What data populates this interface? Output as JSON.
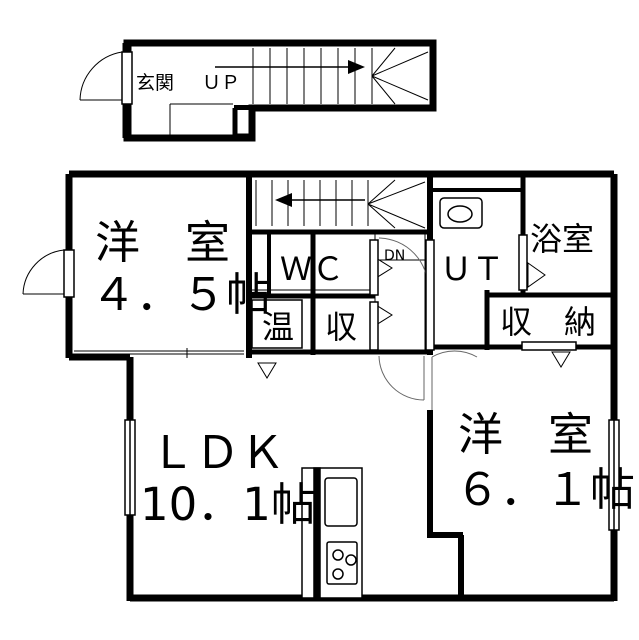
{
  "rooms": {
    "genkan": "玄関",
    "up": "ＵＰ",
    "yoshitsu1_name": "洋　室",
    "yoshitsu1_size": "４．５帖",
    "wc": "ＷＣ",
    "dn": "DN",
    "ut": "ＵＴ",
    "bath": "浴室",
    "onsui": "温",
    "storage1": "収",
    "storage2": "収　納",
    "ldk_name": "ＬＤＫ",
    "ldk_size": "10．1帖",
    "yoshitsu2_name": "洋　室",
    "yoshitsu2_size": "６．１帖"
  },
  "colors": {
    "wall": "#000000",
    "floor": "#ffffff",
    "fixture": "#666666"
  }
}
